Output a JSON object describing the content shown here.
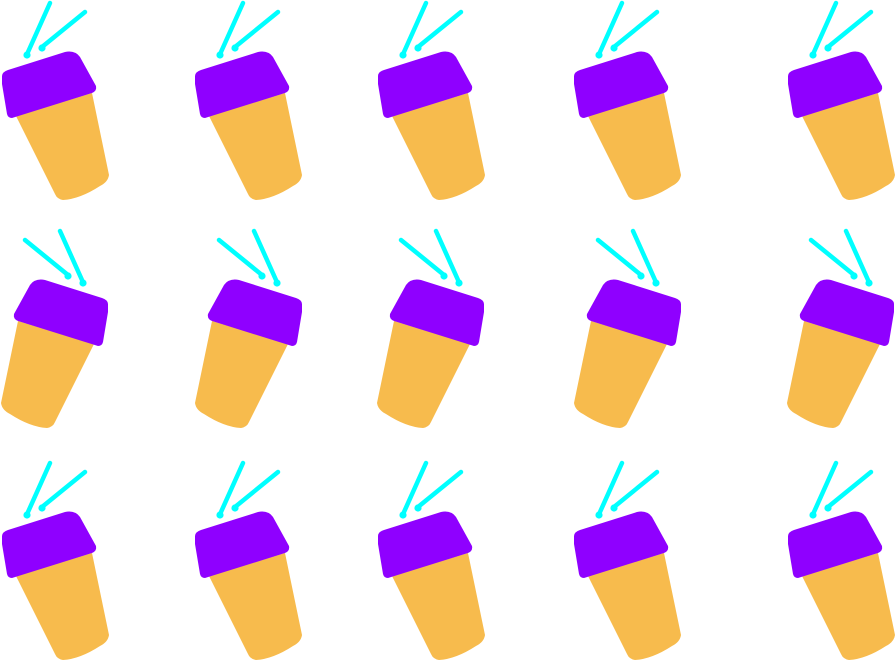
{
  "pattern": {
    "subject": "coffee-cup",
    "rows": 3,
    "columns": 5,
    "colors": {
      "background": "#ffffff",
      "cup_body": "#F7BB4D",
      "lid": "#8F00FF",
      "steam": "#00FFFF"
    }
  }
}
